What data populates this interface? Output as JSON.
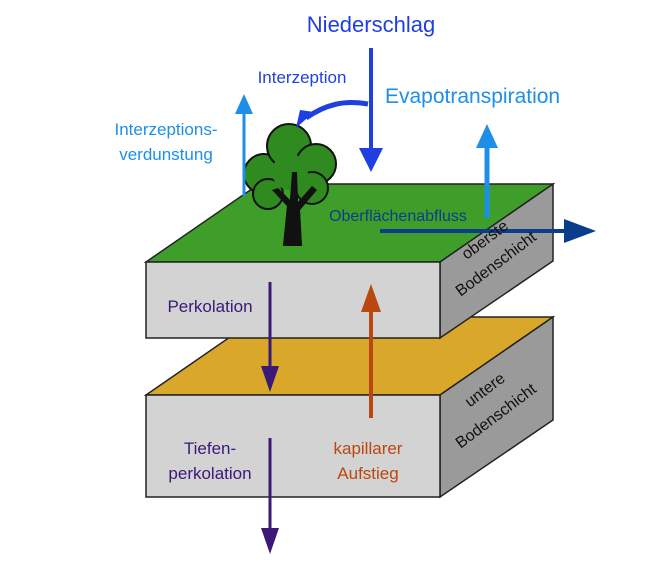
{
  "labels": {
    "niederschlag": "Niederschlag",
    "interzeption": "Interzeption",
    "evapotranspiration": "Evapotranspiration",
    "interzeptionsverdunstung_line1": "Interzeptions-",
    "interzeptionsverdunstung_line2": "verdunstung",
    "oberflaechenabfluss": "Oberflächenabfluss",
    "oberste_line1": "oberste",
    "oberste_line2": "Bodenschicht",
    "untere_line1": "untere",
    "untere_line2": "Bodenschicht",
    "perkolation": "Perkolation",
    "tiefenperkolation_line1": "Tiefen-",
    "tiefenperkolation_line2": "perkolation",
    "kapillarer_line1": "kapillarer",
    "kapillarer_line2": "Aufstieg"
  },
  "colors": {
    "precipitation_blue": "#1f3fe0",
    "light_blue": "#1e8fe8",
    "dark_blue": "#0a3e8a",
    "purple": "#3c1877",
    "orange": "#b9470f",
    "grass_green": "#3f9e2a",
    "soil_yellow": "#d9a72a",
    "slab_front_gray": "#d3d3d3",
    "slab_side_gray": "#9a9a9a",
    "tree_green": "#2f8a1f",
    "trunk": "#111111"
  }
}
